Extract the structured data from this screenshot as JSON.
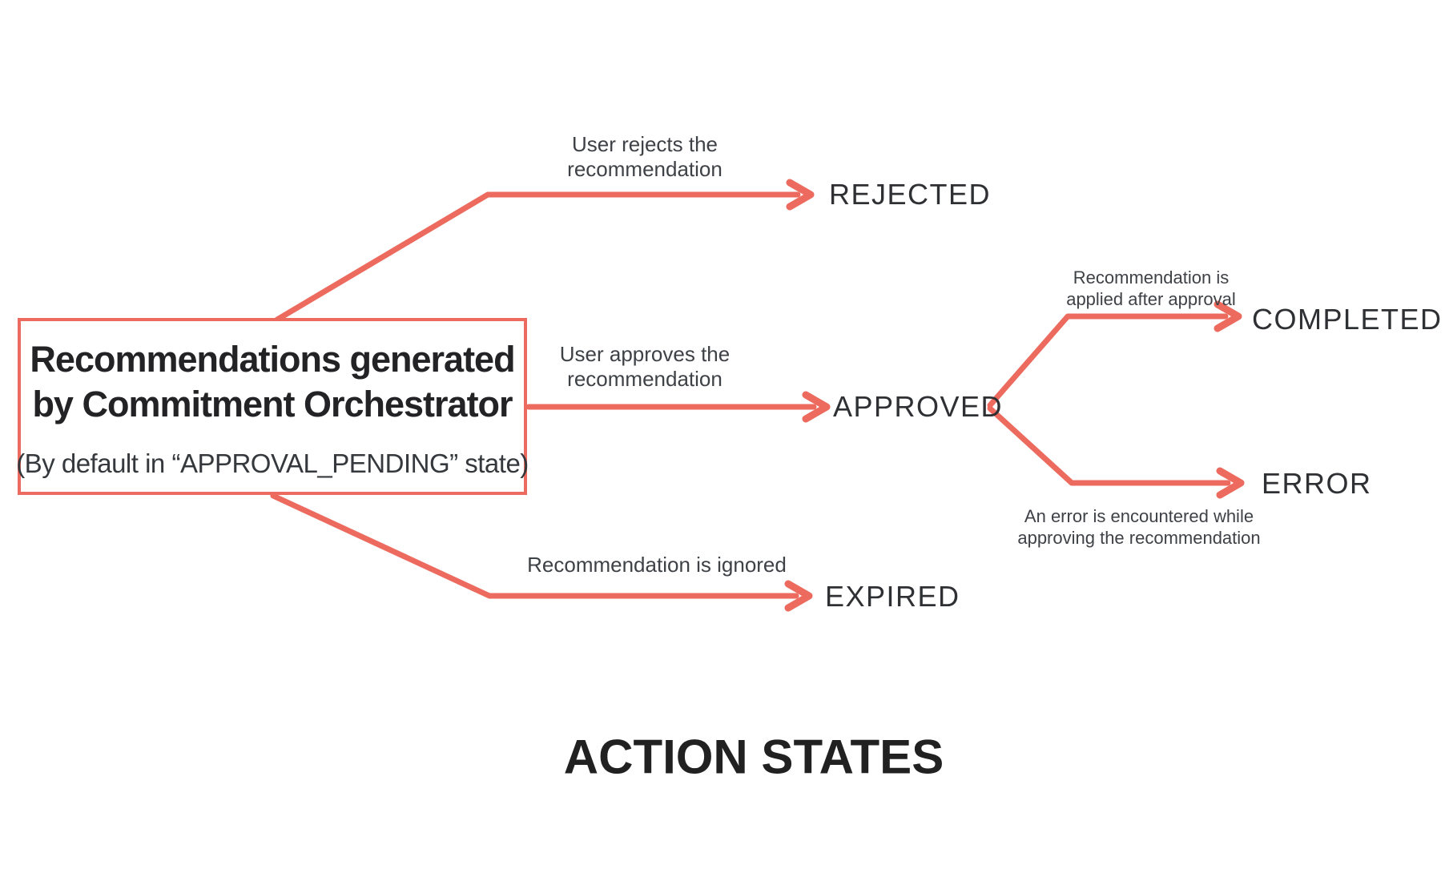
{
  "diagram": {
    "accent_color": "#ed6a5e",
    "source": {
      "title_line1": "Recommendations generated",
      "title_line2": "by Commitment Orchestrator",
      "subtitle": "(By default in “APPROVAL_PENDING” state)"
    },
    "transitions": [
      {
        "condition_line1": "User rejects the",
        "condition_line2": "recommendation",
        "to_state": "REJECTED"
      },
      {
        "condition_line1": "User approves the",
        "condition_line2": "recommendation",
        "to_state": "APPROVED"
      },
      {
        "condition_line1": "Recommendation is ignored",
        "condition_line2": "",
        "to_state": "EXPIRED"
      },
      {
        "condition_line1": "Recommendation is",
        "condition_line2": "applied after approval",
        "to_state": "COMPLETED"
      },
      {
        "condition_line1": "An error is encountered while",
        "condition_line2": "approving the recommendation",
        "to_state": "ERROR"
      }
    ],
    "caption": "ACTION STATES"
  }
}
